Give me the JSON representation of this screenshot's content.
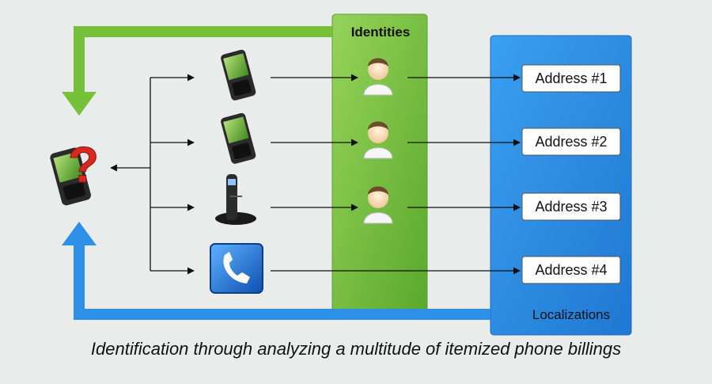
{
  "identities_title": "Identities",
  "localizations_title": "Localizations",
  "addresses": [
    "Address #1",
    "Address #2",
    "Address #3",
    "Address #4"
  ],
  "caption": "Identification through analyzing a multitude of itemized phone billings",
  "colors": {
    "green_panel": "#7cc242",
    "green_arrow": "#77c13a",
    "blue_panel": "#2e8fe6",
    "blue_arrow": "#2d8fe6",
    "question_mark": "#d7281f",
    "background": "#e9ecea"
  },
  "icons": [
    "smartphone-icon",
    "cordless-phone-icon",
    "telephone-app-icon",
    "person-icon",
    "question-mark-icon"
  ]
}
